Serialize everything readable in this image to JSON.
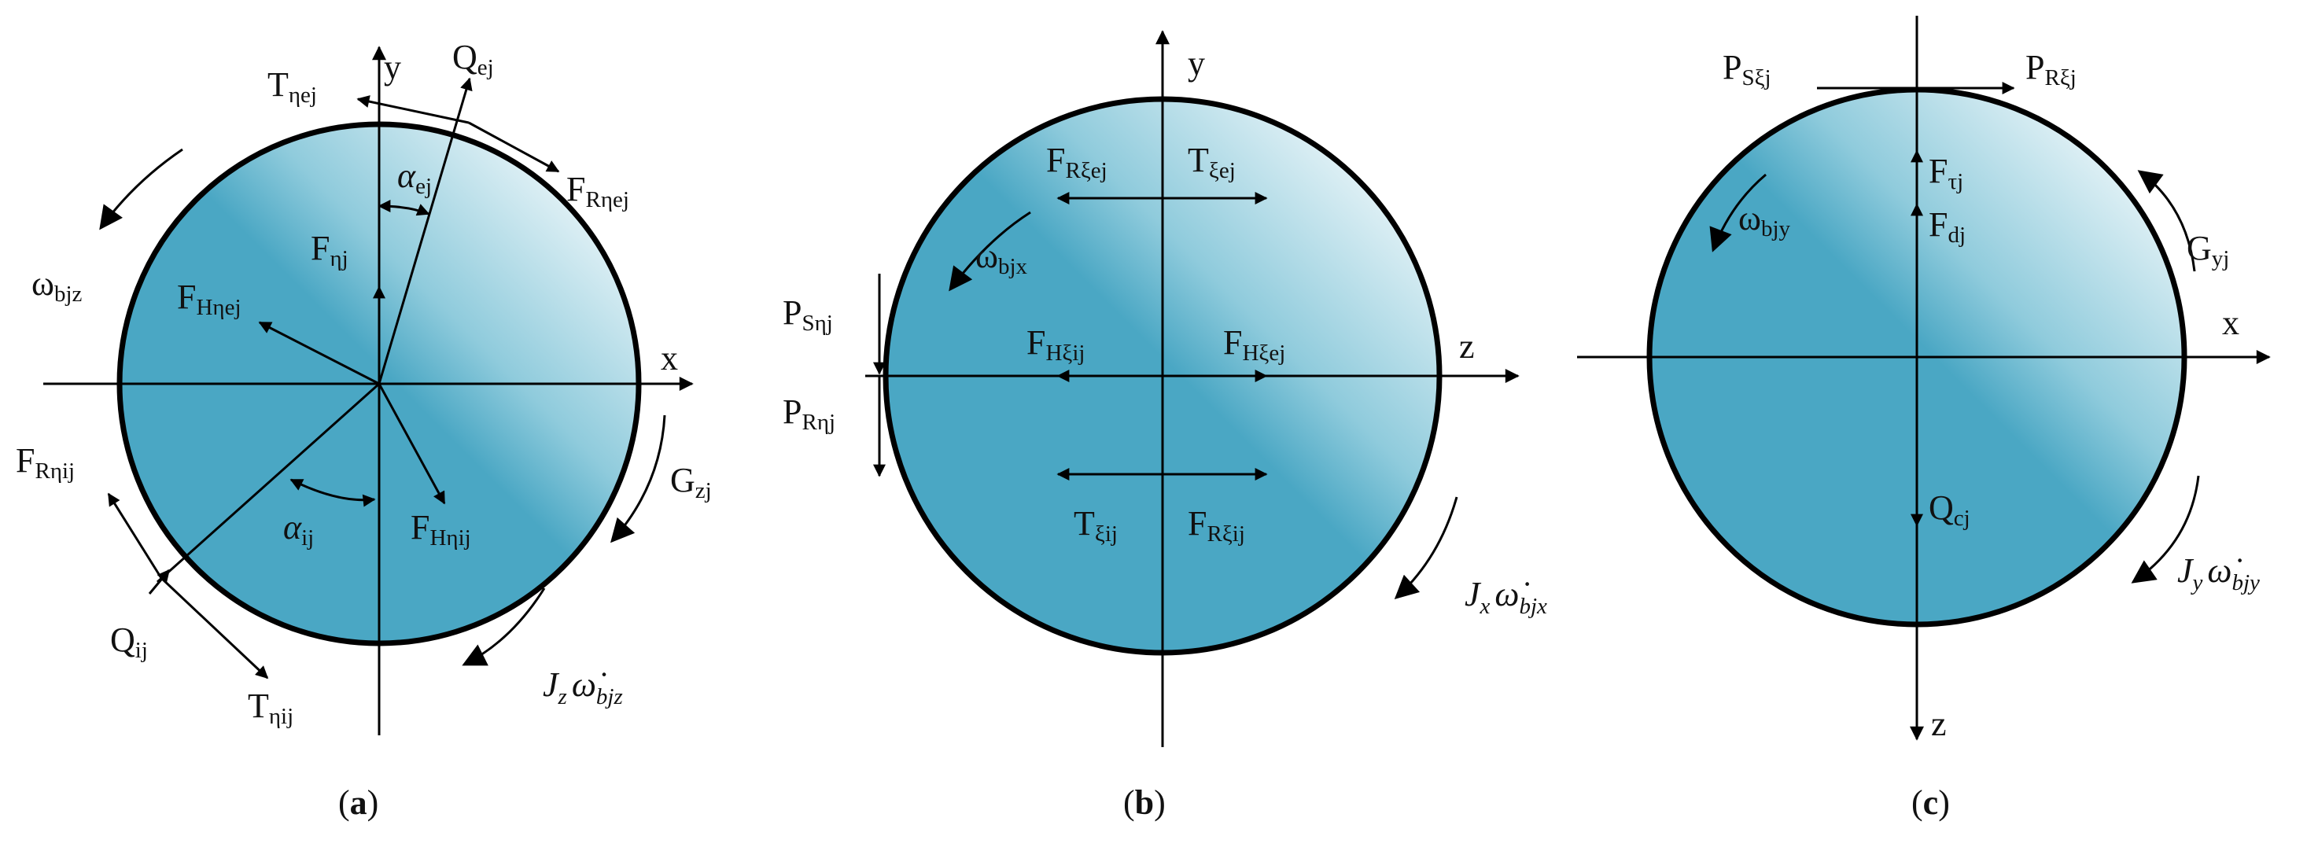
{
  "panels": [
    {
      "id": "a",
      "caption_open": "(",
      "caption_letter": "a",
      "caption_close": ")",
      "axes": {
        "y": {
          "main": "y",
          "sub": ""
        },
        "x": {
          "main": "x",
          "sub": ""
        }
      },
      "labels": {
        "T_eta_ej": {
          "main": "T",
          "sub": "ηej"
        },
        "Q_ej": {
          "main": "Q",
          "sub": "ej"
        },
        "alpha_ej": {
          "main": "α",
          "sub": "ej"
        },
        "F_R_eta_ej": {
          "main": "F",
          "sub": "Rηej"
        },
        "omega_bjz": {
          "main": "ω",
          "sub": "bjz"
        },
        "F_eta_j": {
          "main": "F",
          "sub": "ηj"
        },
        "F_H_eta_ej": {
          "main": "F",
          "sub": "Hηej"
        },
        "F_R_eta_ij": {
          "main": "F",
          "sub": "Rηij"
        },
        "alpha_ij": {
          "main": "α",
          "sub": "ij"
        },
        "F_H_eta_ij": {
          "main": "F",
          "sub": "Hηij"
        },
        "G_zj": {
          "main": "G",
          "sub": "zj"
        },
        "Q_ij": {
          "main": "Q",
          "sub": "ij"
        },
        "T_eta_ij": {
          "main": "T",
          "sub": "ηij"
        },
        "J_z": {
          "main": "J",
          "sub1": "z",
          "dot": "ω̇",
          "sub2": "bjz"
        }
      }
    },
    {
      "id": "b",
      "caption_open": "(",
      "caption_letter": "b",
      "caption_close": ")",
      "axes": {
        "y": {
          "main": "y",
          "sub": ""
        },
        "z": {
          "main": "z",
          "sub": ""
        }
      },
      "labels": {
        "F_R_xi_ej": {
          "main": "F",
          "sub": "Rξej"
        },
        "T_xi_ej": {
          "main": "T",
          "sub": "ξej"
        },
        "omega_bjx": {
          "main": "ω",
          "sub": "bjx"
        },
        "P_S_eta_j": {
          "main": "P",
          "sub": "Sηj"
        },
        "F_H_xi_ij": {
          "main": "F",
          "sub": "Hξij"
        },
        "F_H_xi_ej": {
          "main": "F",
          "sub": "Hξej"
        },
        "P_R_eta_j": {
          "main": "P",
          "sub": "Rηj"
        },
        "T_xi_ij": {
          "main": "T",
          "sub": "ξij"
        },
        "F_R_xi_ij": {
          "main": "F",
          "sub": "Rξij"
        },
        "J_x": {
          "main": "J",
          "sub1": "x",
          "dot": "ω̇",
          "sub2": "bjx"
        }
      }
    },
    {
      "id": "c",
      "caption_open": "(",
      "caption_letter": "c",
      "caption_close": ")",
      "axes": {
        "x": {
          "main": "x",
          "sub": ""
        },
        "z": {
          "main": "z",
          "sub": ""
        }
      },
      "labels": {
        "P_S_xi_j": {
          "main": "P",
          "sub": "Sξj"
        },
        "P_R_xi_j": {
          "main": "P",
          "sub": "Rξj"
        },
        "F_tau_j": {
          "main": "F",
          "sub": "τj"
        },
        "F_dj": {
          "main": "F",
          "sub": "dj"
        },
        "omega_bjy": {
          "main": "ω",
          "sub": "bjy"
        },
        "G_yj": {
          "main": "G",
          "sub": "yj"
        },
        "Q_cj": {
          "main": "Q",
          "sub": "cj"
        },
        "J_y": {
          "main": "J",
          "sub1": "y",
          "dot": "ω̇",
          "sub2": "bjy"
        }
      }
    }
  ],
  "colors": {
    "ball_dark": "#4aa7c4",
    "ball_light": "#ffffff",
    "outline": "#000000"
  }
}
